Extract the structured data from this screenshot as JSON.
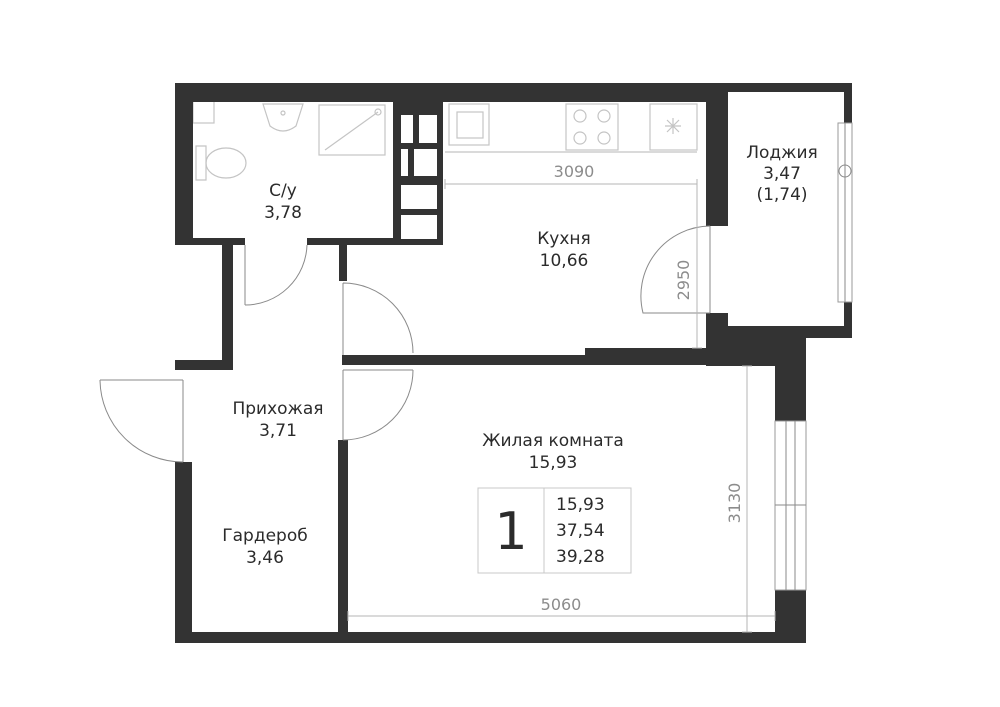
{
  "rooms": {
    "bathroom": {
      "name": "С/у",
      "area": "3,78"
    },
    "kitchen": {
      "name": "Кухня",
      "area": "10,66"
    },
    "loggia": {
      "name": "Лоджия",
      "area": "3,47",
      "area_reduced": "(1,74)"
    },
    "hall": {
      "name": "Прихожая",
      "area": "3,71"
    },
    "living": {
      "name": "Жилая комната",
      "area": "15,93"
    },
    "wardrobe": {
      "name": "Гардероб",
      "area": "3,46"
    }
  },
  "dimensions": {
    "kitchen_width": "3090",
    "kitchen_depth": "2950",
    "living_depth": "3130",
    "living_width": "5060"
  },
  "summary": {
    "rooms_count": "1",
    "living_area": "15,93",
    "total_area": "37,54",
    "total_with_loggia": "39,28"
  },
  "colors": {
    "wall": "#333333",
    "text": "#2b2b2b",
    "dimension": "#8c8c8c"
  }
}
